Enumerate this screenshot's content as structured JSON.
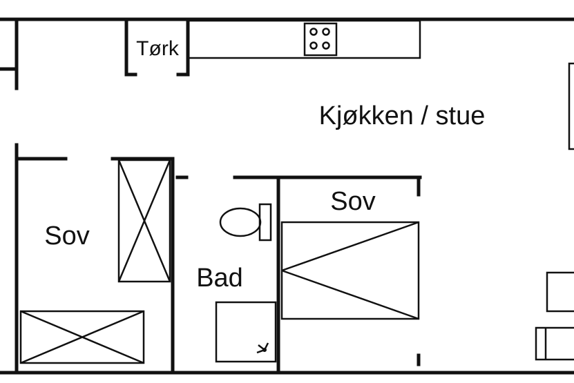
{
  "rooms": {
    "tork": "Tørk",
    "kitchen_living": "Kjøkken / stue",
    "bedroom_left": "Sov",
    "bedroom_right": "Sov",
    "bath": "Bad"
  },
  "colors": {
    "line": "#111111",
    "background": "#ffffff"
  }
}
